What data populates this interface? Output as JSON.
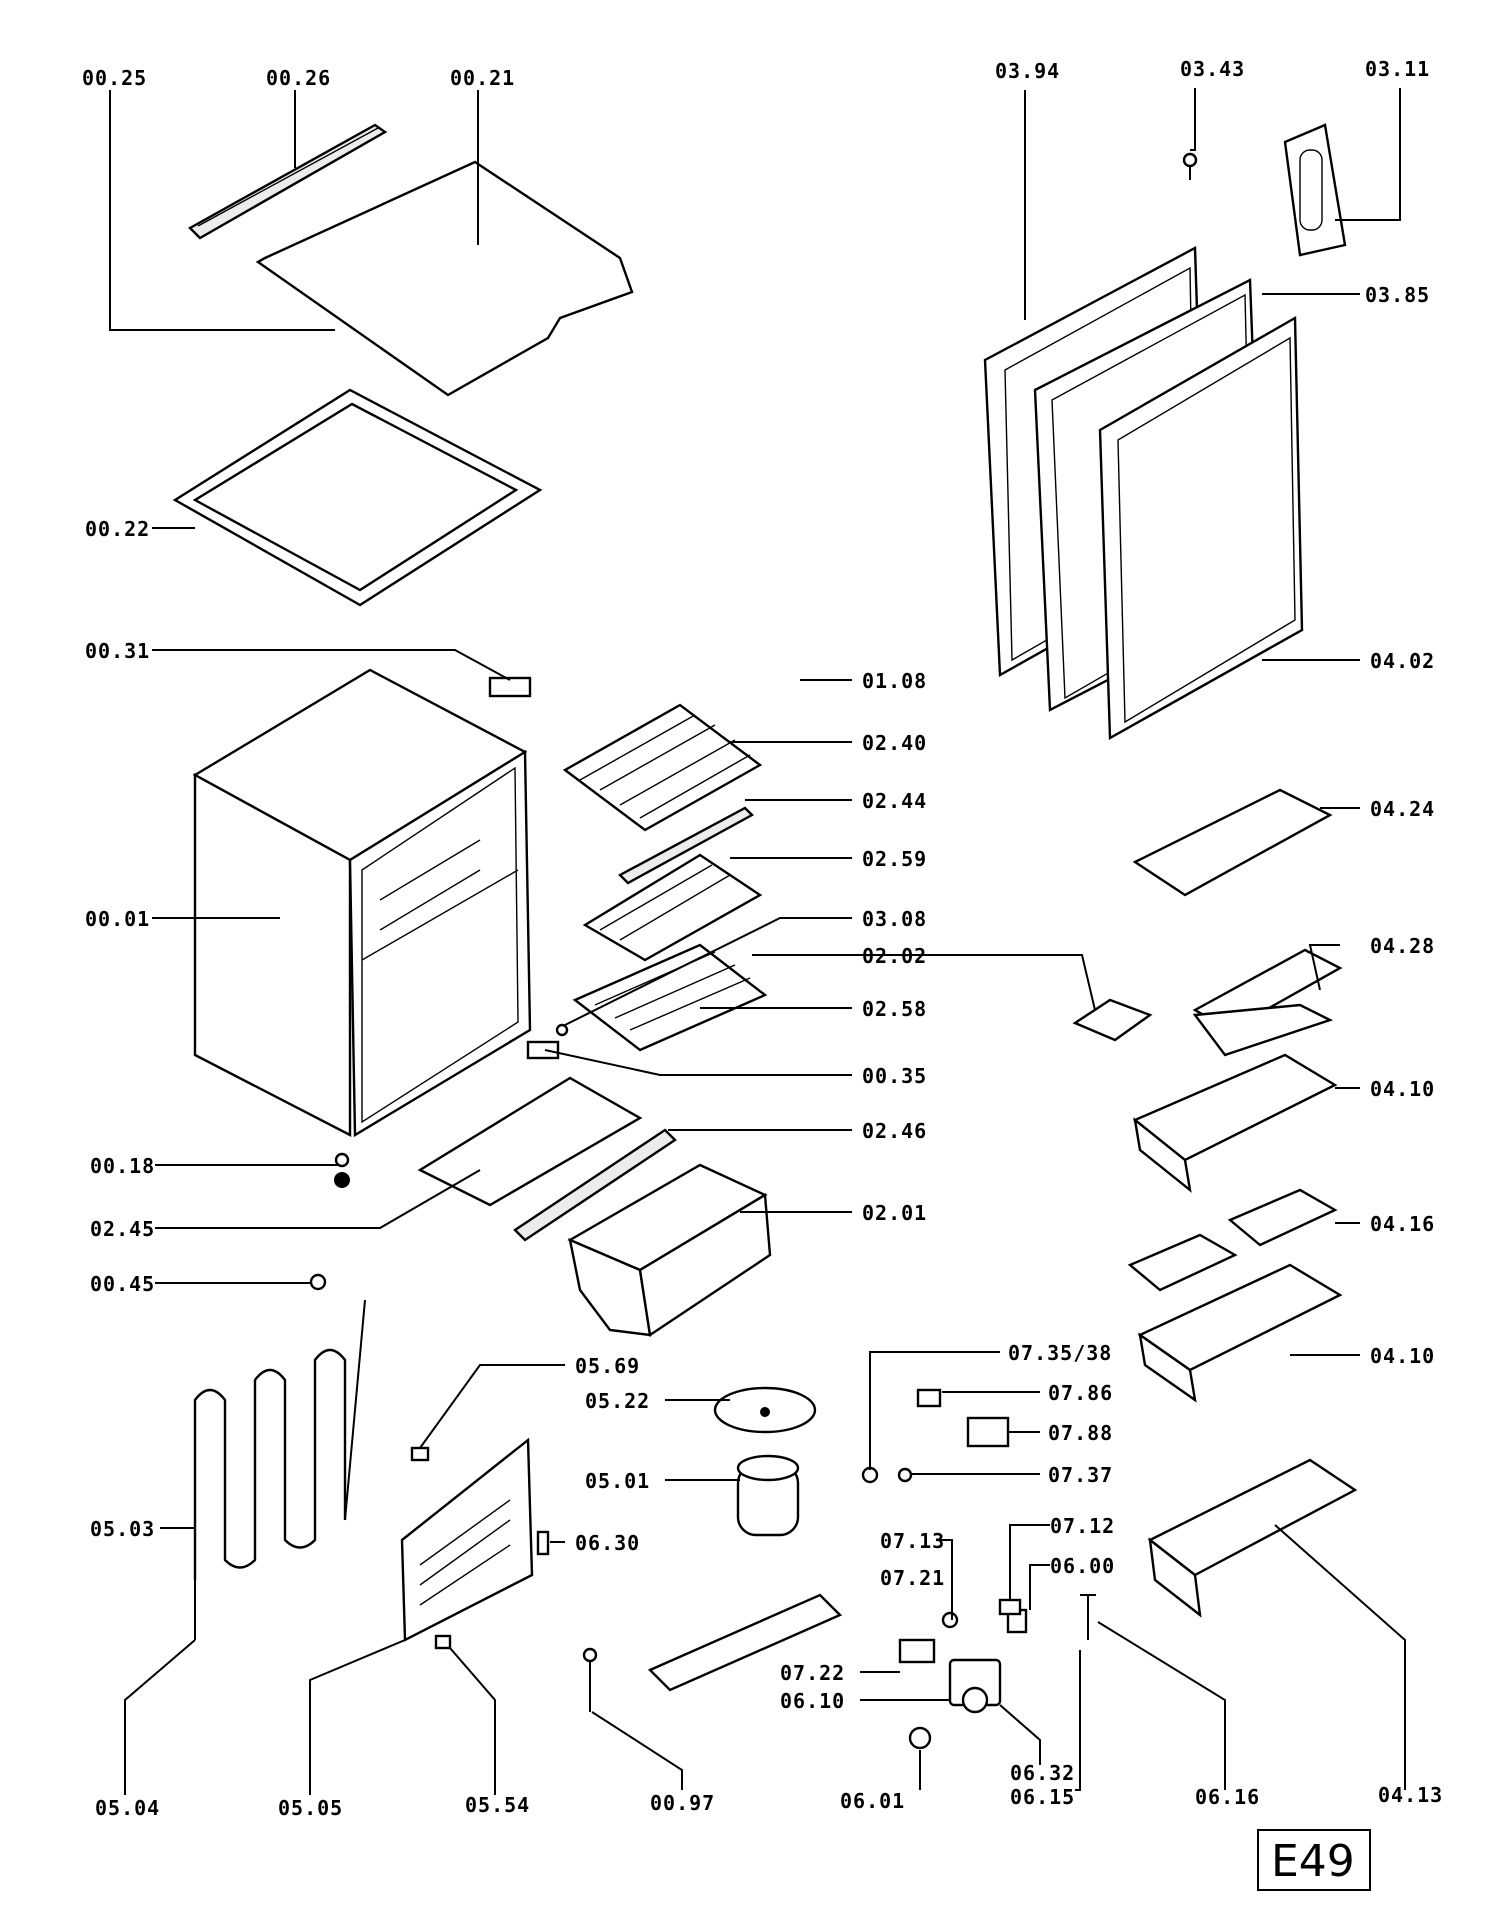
{
  "diagram": {
    "badge": "E49",
    "labels": {
      "p0025": "00.25",
      "p0026": "00.26",
      "p0021": "00.21",
      "p0394": "03.94",
      "p0343": "03.43",
      "p0311": "03.11",
      "p0385": "03.85",
      "p0022": "00.22",
      "p0031": "00.31",
      "p0108": "01.08",
      "p0240": "02.40",
      "p0402": "04.02",
      "p0244": "02.44",
      "p0424": "04.24",
      "p0001": "00.01",
      "p0259": "02.59",
      "p0308": "03.08",
      "p0202": "02.02",
      "p0428": "04.28",
      "p0258": "02.58",
      "p0035": "00.35",
      "p0410a": "04.10",
      "p0018": "00.18",
      "p0246": "02.46",
      "p0245": "02.45",
      "p0201": "02.01",
      "p0416": "04.16",
      "p0045": "00.45",
      "p0410b": "04.10",
      "p0569": "05.69",
      "p0735": "07.35/38",
      "p0522": "05.22",
      "p0786": "07.86",
      "p0788": "07.88",
      "p0501": "05.01",
      "p0737": "07.37",
      "p0503": "05.03",
      "p0630": "06.30",
      "p0713": "07.13",
      "p0712": "07.12",
      "p0721": "07.21",
      "p0600": "06.00",
      "p0722": "07.22",
      "p0610": "06.10",
      "p0632": "06.32",
      "p0615": "06.15",
      "p0504": "05.04",
      "p0505": "05.05",
      "p0554": "05.54",
      "p0097": "00.97",
      "p0601": "06.01",
      "p0616": "06.16",
      "p0413": "04.13"
    }
  }
}
